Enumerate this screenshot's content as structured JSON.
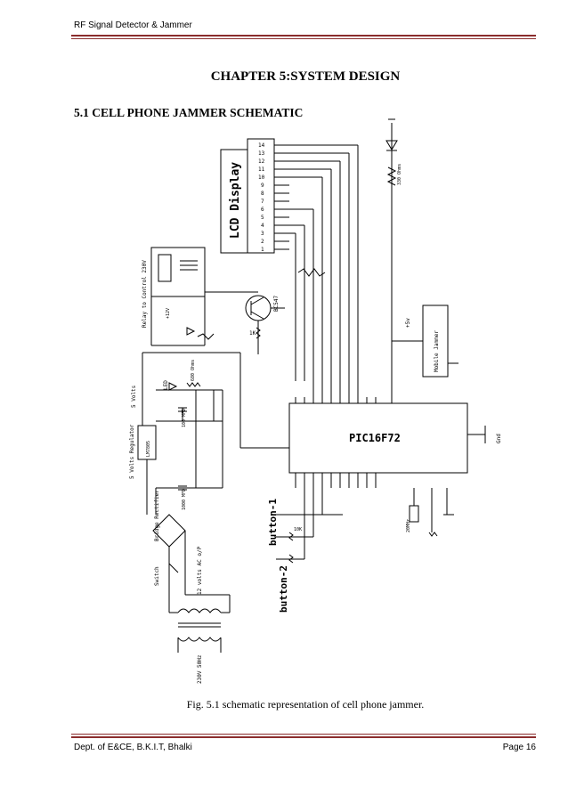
{
  "header": {
    "title": "RF Signal Detector & Jammer"
  },
  "chapter_title": "CHAPTER 5:SYSTEM DESIGN",
  "section_title": "5.1 CELL PHONE JAMMER SCHEMATIC",
  "schematic": {
    "lcd_label": "LCD Display",
    "lcd_pins": [
      "14",
      "13",
      "12",
      "11",
      "10",
      "9",
      "8",
      "7",
      "6",
      "5",
      "4",
      "3",
      "2",
      "1"
    ],
    "relay_label": "Relay to Control 230V",
    "transistor_label": "BC547",
    "mcu_label": "PIC16F72",
    "mobile_jammer_label": "Mobile Jammer",
    "regulator_label": "5 Volts Regulator",
    "regulator_chip": "LM7805",
    "rectifier_label": "Bridge Rectifier",
    "switch_label": "Switch",
    "ac_label": "12 volts AC o/P",
    "mains_label": "230V 50Hz",
    "five_volts": "5 Volts",
    "led_label": "LED",
    "resistor_330": "330 Ohms",
    "resistor_680": "680 Ohms",
    "cap_1000": "1000 MFD",
    "cap_100": "100 MFD",
    "button1": "button-1",
    "button2": "button-2",
    "crystal": "20MHz",
    "gnd": "Gnd",
    "vcc": "+5v",
    "res_1k": "1K",
    "res_10k": "10K",
    "supply_12v": "+12V"
  },
  "caption": "Fig. 5.1 schematic representation of cell phone jammer.",
  "footer": {
    "left": "Dept. of E&CE, B.K.I.T, Bhalki",
    "right": "Page 16"
  }
}
